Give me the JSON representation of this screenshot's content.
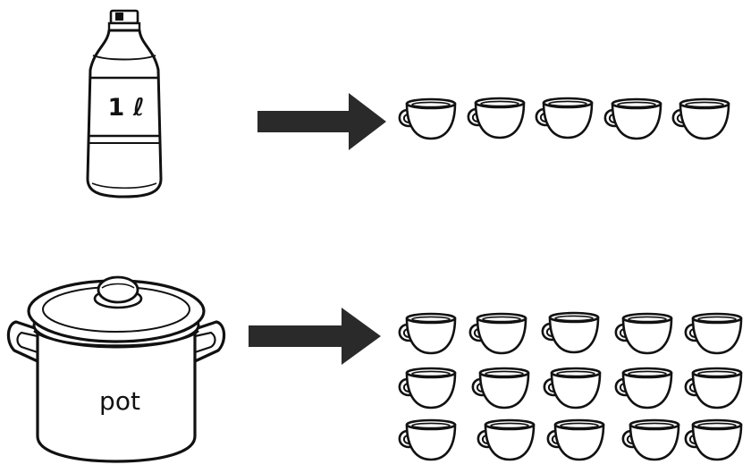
{
  "rows": [
    {
      "container": "bottle",
      "label": "1 ℓ",
      "arrow": "right-arrow",
      "cups": {
        "rows": 1,
        "per_row": 5,
        "total": 5
      }
    },
    {
      "container": "pot",
      "label": "pot",
      "arrow": "right-arrow",
      "cups": {
        "rows": 3,
        "per_row": 5,
        "total": 15
      }
    }
  ],
  "colors": {
    "ink": "#111111",
    "arrow": "#2a2a2a",
    "paper": "#ffffff"
  }
}
